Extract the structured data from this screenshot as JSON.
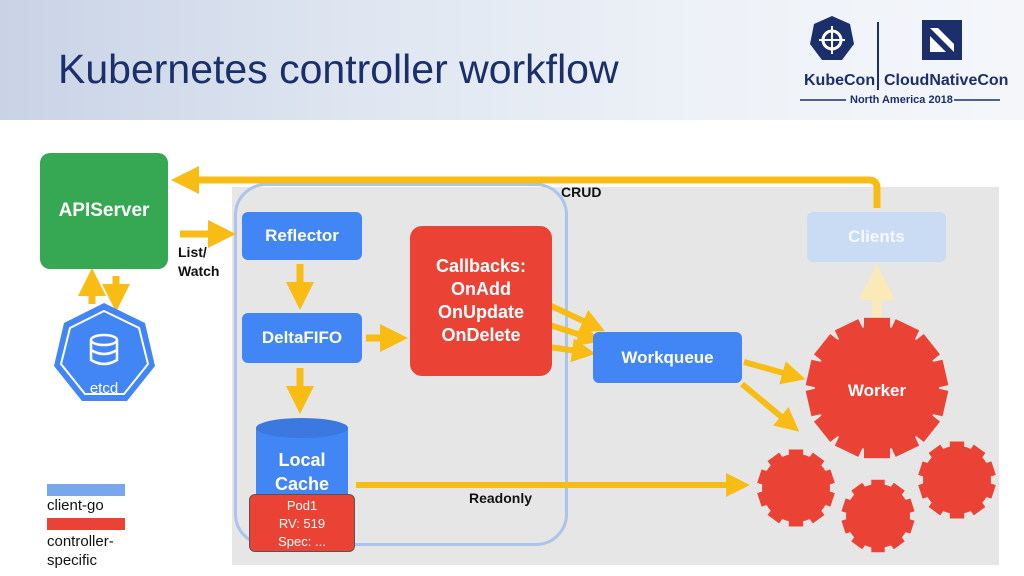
{
  "title": "Kubernetes controller workflow",
  "logo": {
    "kubecon": "KubeCon",
    "cloudnativecon": "CloudNativeCon",
    "event": "North America 2018"
  },
  "nodes": {
    "apiserver": "APIServer",
    "etcd": "etcd",
    "reflector": "Reflector",
    "deltafifo": "DeltaFIFO",
    "local_cache": [
      "Local",
      "Cache"
    ],
    "callbacks": [
      "Callbacks:",
      "OnAdd",
      "OnUpdate",
      "OnDelete"
    ],
    "workqueue": "Workqueue",
    "clients": "Clients",
    "worker": "Worker"
  },
  "pod": [
    "Pod1",
    "RV: 519",
    "Spec: ..."
  ],
  "edges": {
    "list_watch": [
      "List/",
      "Watch"
    ],
    "crud": "CRUD",
    "readonly": "Readonly"
  },
  "legend": {
    "client_go": "client-go",
    "controller_specific": [
      "controller-",
      "specific"
    ]
  },
  "colors": {
    "green": "#36a853",
    "blue": "#4285f4",
    "red": "#ea4335",
    "arrow": "#f9bc15",
    "light_blue": "#c9dcf3",
    "legend_blue": "#79a7ee"
  }
}
